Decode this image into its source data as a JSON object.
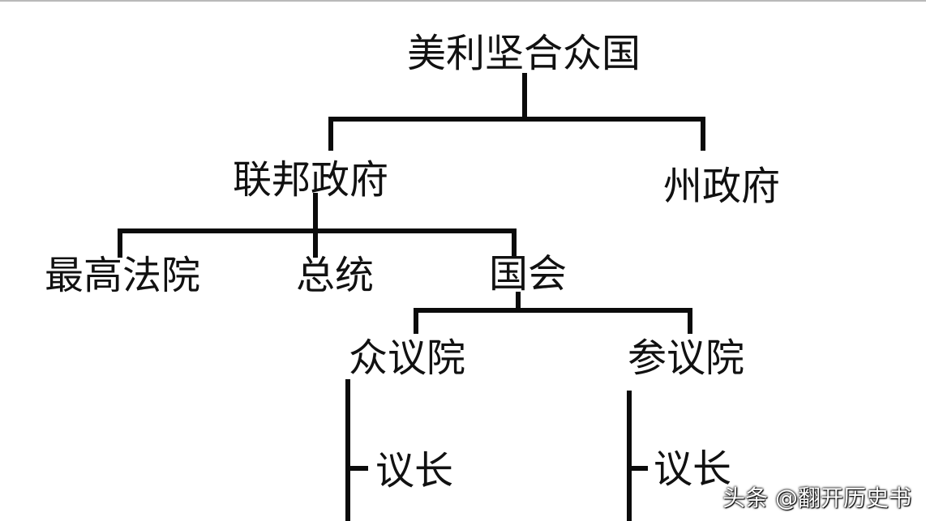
{
  "nodes": {
    "usa": "美利坚合众国",
    "federal_government": "联邦政府",
    "state_government": "州政府",
    "supreme_court": "最高法院",
    "president": "总统",
    "congress": "国会",
    "house": "众议院",
    "senate": "参议院",
    "house_speaker": "议长",
    "senate_president": "议长"
  },
  "watermark": "头条 @翻开历史书",
  "colors": {
    "line": "#0b0b0b",
    "text": "#111111",
    "background": "#ffffff"
  }
}
